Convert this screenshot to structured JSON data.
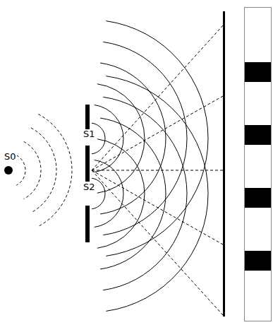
{
  "diagram": {
    "labels": [
      "S0",
      "S1",
      "S2"
    ]
  }
}
